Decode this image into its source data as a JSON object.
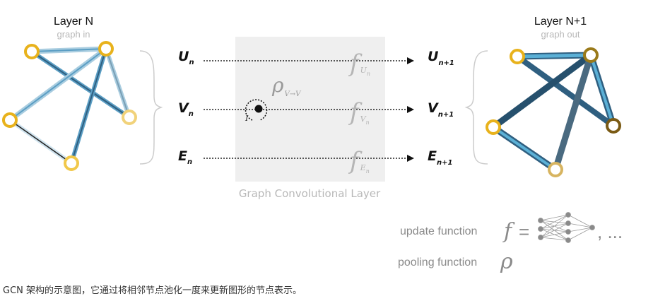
{
  "left_graph": {
    "title": "Layer N",
    "subtitle": "graph in"
  },
  "right_graph": {
    "title": "Layer N+1",
    "subtitle": "graph out"
  },
  "inputs": [
    {
      "var": "U",
      "sub": "n"
    },
    {
      "var": "V",
      "sub": "n"
    },
    {
      "var": "E",
      "sub": "n"
    }
  ],
  "outputs": [
    {
      "var": "U",
      "sub": "n+1"
    },
    {
      "var": "V",
      "sub": "n+1"
    },
    {
      "var": "E",
      "sub": "n+1"
    }
  ],
  "functions": [
    {
      "sym": "f",
      "sub": "U",
      "subsub": "n"
    },
    {
      "sym": "f",
      "sub": "V",
      "subsub": "n"
    },
    {
      "sym": "f",
      "sub": "E",
      "subsub": "n"
    }
  ],
  "pooling": {
    "sym": "ρ",
    "sub": "V→V",
    "small_label": "I"
  },
  "box_label": "Graph Convolutional Layer",
  "legend": {
    "update_label": "update function",
    "update_symbol": "f",
    "equals": "=",
    "ellipsis": ", ...",
    "pooling_label": "pooling function",
    "pooling_symbol": "ρ"
  },
  "caption": "GCN 架构的示意图，它通过将相邻节点池化一度来更新图形的节点表示。",
  "colors": {
    "node_yellow": "#e8b21c",
    "node_light": "#f1d27a",
    "node_brown": "#8a6a1a",
    "edge_light": "#a9cde0",
    "edge_mid": "#5b9ec4",
    "edge_dark": "#2f5f80",
    "box_fill": "#efefef"
  }
}
